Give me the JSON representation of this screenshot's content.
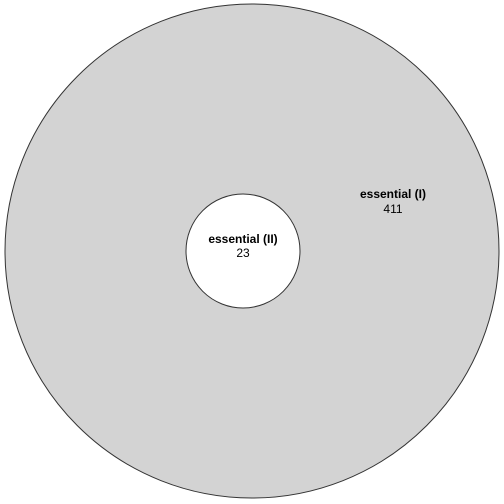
{
  "diagram": {
    "type": "nested-venn",
    "sets": [
      {
        "id": "outer",
        "name": "essential (I)",
        "count": "411",
        "fill": "#d3d3d3",
        "stroke": "#333333"
      },
      {
        "id": "inner",
        "name": "essential (II)",
        "count": "23",
        "fill": "#ffffff",
        "stroke": "#333333"
      }
    ]
  }
}
